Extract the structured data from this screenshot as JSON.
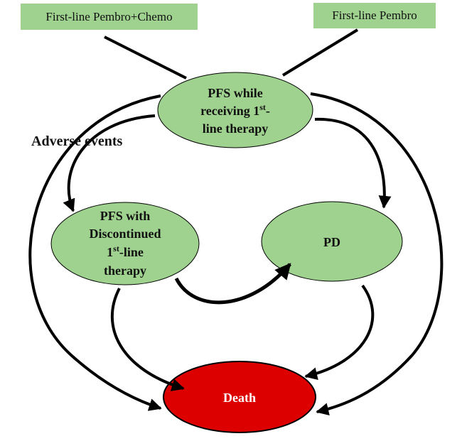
{
  "entry_boxes": {
    "combo": "First-line Pembro+Chemo",
    "mono": "First-line Pembro"
  },
  "nodes": {
    "pfs_on_treatment": {
      "line1": "PFS while",
      "line2_main": "receiving 1",
      "line2_sup": "st",
      "line2_suffix": "-",
      "line3": "line therapy"
    },
    "pfs_discontinued": {
      "line1": "PFS with",
      "line2": "Discontinued",
      "line3_main": "1",
      "line3_sup": "st",
      "line3_suffix": "-line",
      "line4": "therapy"
    },
    "pd": {
      "label": "PD"
    },
    "death": {
      "label": "Death"
    }
  },
  "edge_labels": {
    "adverse_events": "Adverse events"
  },
  "colors": {
    "state_fill": "#9fd28f",
    "death_fill": "#dd0000",
    "outline": "#000000"
  }
}
